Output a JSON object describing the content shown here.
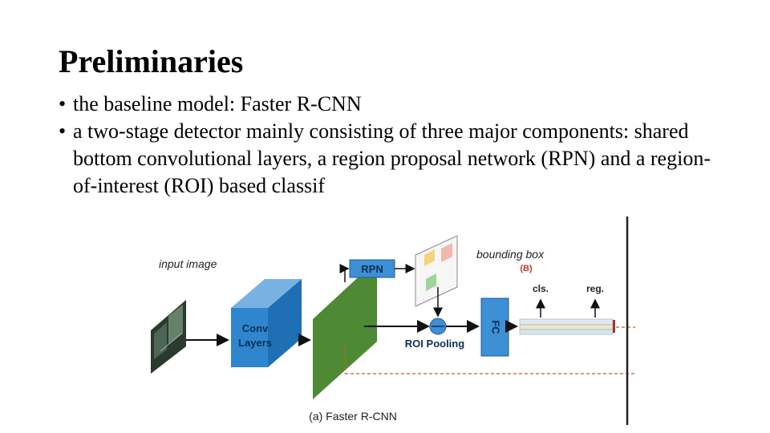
{
  "slide": {
    "title": "Preliminaries",
    "bullets": [
      "the baseline model: Faster R-CNN",
      "a two-stage detector mainly consisting of three major components: shared bottom convolutional layers, a region proposal network (RPN) and a region-of-interest (ROI) based classif"
    ]
  },
  "figure": {
    "input_label": "input image",
    "conv_label_1": "Conv",
    "conv_label_2": "Layers",
    "rpn_label": "RPN",
    "bbox_label": "bounding box",
    "bbox_sub": "(B)",
    "cls_label": "cls.",
    "reg_label": "reg.",
    "fc_label": "FC",
    "roi_label": "ROI Pooling",
    "caption": "(a) Faster R-CNN",
    "colors": {
      "conv": "#2f86cf",
      "feature_map": "#4e8a34",
      "rpn": "#3d8fd6",
      "fc": "#3d8fd6",
      "dashed": "#b5652a"
    }
  }
}
